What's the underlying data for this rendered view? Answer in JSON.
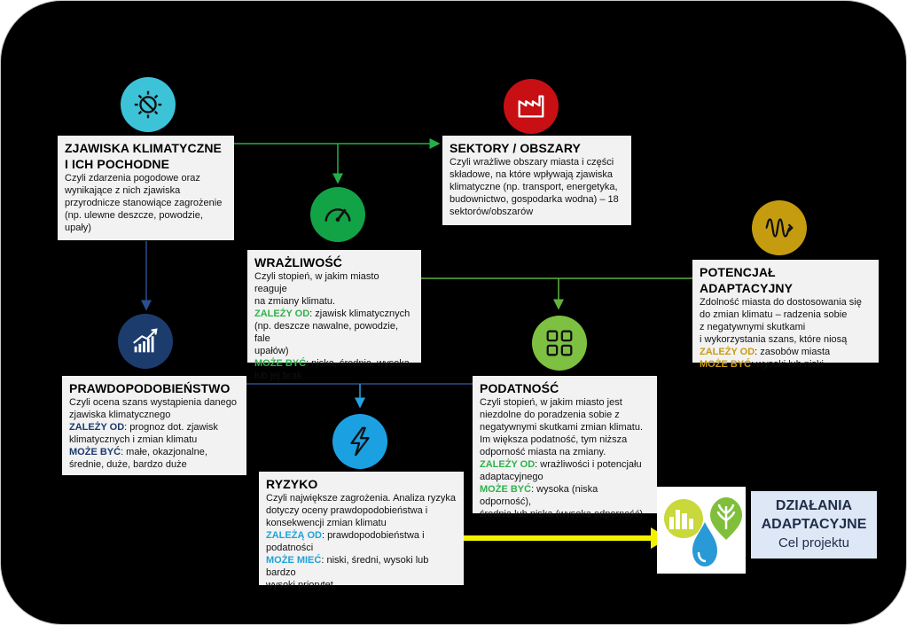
{
  "colors": {
    "background": "#000000",
    "klimat": "#3cc3d8",
    "sektory": "#c80f14",
    "wrazliwosc": "#12a347",
    "potencjal": "#c59c10",
    "prawdopodobienstwo": "#1c3c6e",
    "podatnosc": "#7ec041",
    "ryzyko": "#1ba1e2",
    "arrow_yellow": "#f2f200",
    "connector_green": "#22b04a",
    "connector_navy": "#2a4f8e",
    "connector_blue": "#27a2e0"
  },
  "boxes": {
    "klimat": {
      "icon": "sun-cloud-icon",
      "title_lines": [
        "ZJAWISKA KLIMATYCZNE",
        "I ICH POCHODNE"
      ],
      "lines": [
        "Czyli zdarzenia pogodowe oraz",
        "wynikające z nich zjawiska",
        "przyrodnicze stanowiące zagrożenie",
        "(np. ulewne deszcze, powodzie,",
        "upały)"
      ]
    },
    "sektory": {
      "icon": "factory-icon",
      "title": "SEKTORY / OBSZARY",
      "lines": [
        "Czyli wrażliwe obszary miasta i części",
        "składowe, na które wpływają zjawiska",
        "klimatyczne (np. transport, energetyka,",
        "budownictwo, gospodarka wodna) – 18",
        "sektorów/obszarów"
      ]
    },
    "wrazliwosc": {
      "icon": "gauge-icon",
      "title": "WRAŻLIWOŚĆ",
      "lines": [
        "Czyli stopień, w jakim miasto reaguje",
        "na zmiany klimatu."
      ],
      "zalezy_label": "ZALEŻY OD",
      "zalezy_lines": [
        ": zjawisk klimatycznych",
        "(np. deszcze nawalne, powodzie, fale",
        "upałów)"
      ],
      "moze_label": "MOŻE BYĆ",
      "moze_lines": [
        ": niska, średnia, wysoka",
        "lub jej brak"
      ]
    },
    "potencjal": {
      "icon": "wave-arrow-icon",
      "title": "POTENCJAŁ ADAPTACYJNY",
      "lines": [
        "Zdolność miasta do dostosowania się",
        "do zmian klimatu – radzenia sobie",
        "z negatywnymi skutkami",
        "i wykorzystania szans, które niosą"
      ],
      "zalezy_label": "ZALEŻY OD",
      "zalezy_lines": [
        ": zasobów miasta"
      ],
      "moze_label": "MOŻE BYĆ",
      "moze_lines": [
        ": wysoki lub niski"
      ]
    },
    "prawdopodobienstwo": {
      "icon": "bar-chart-icon",
      "title": "PRAWDOPODOBIEŃSTWO",
      "lines": [
        "Czyli ocena szans wystąpienia danego",
        "zjawiska klimatycznego"
      ],
      "zalezy_label": "ZALEŻY OD",
      "zalezy_lines": [
        ": prognoz dot. zjawisk",
        "klimatycznych i zmian klimatu"
      ],
      "moze_label": "MOŻE BYĆ",
      "moze_lines": [
        ":  małe, okazjonalne,",
        "średnie, duże, bardzo duże"
      ]
    },
    "podatnosc": {
      "icon": "grid-icon",
      "title": "PODATNOŚĆ",
      "lines": [
        "Czyli stopień, w jakim miasto jest",
        "niezdolne do poradzenia sobie z",
        "negatywnymi skutkami zmian klimatu.",
        "Im większa podatność, tym niższa",
        "odporność miasta na zmiany."
      ],
      "zalezy_label": "ZALEŻY OD",
      "zalezy_lines": [
        ": wrażliwości i potencjału",
        "adaptacyjnego"
      ],
      "moze_label": "MOŻE BYĆ",
      "moze_lines": [
        ": wysoka (niska odporność),",
        "średnia lub niska (wysoka odporność)"
      ]
    },
    "ryzyko": {
      "icon": "lightning-icon",
      "title": "RYZYKO",
      "lines": [
        "Czyli największe zagrożenia. Analiza ryzyka",
        "dotyczy oceny prawdopodobieństwa i",
        "konsekwencji zmian klimatu"
      ],
      "zalezy_label": "ZALEŻĄ OD",
      "zalezy_lines": [
        ": prawdopodobieństwa i",
        "podatności"
      ],
      "moze_label": "MOŻE MIEĆ",
      "moze_lines": [
        ": niski, średni, wysoki lub bardzo",
        "wysoki priorytet"
      ]
    }
  },
  "cel": {
    "line1": "DZIAŁANIA",
    "line2": "ADAPTACYJNE",
    "line3": "Cel projektu",
    "icon": "city-water-tree-icon"
  }
}
